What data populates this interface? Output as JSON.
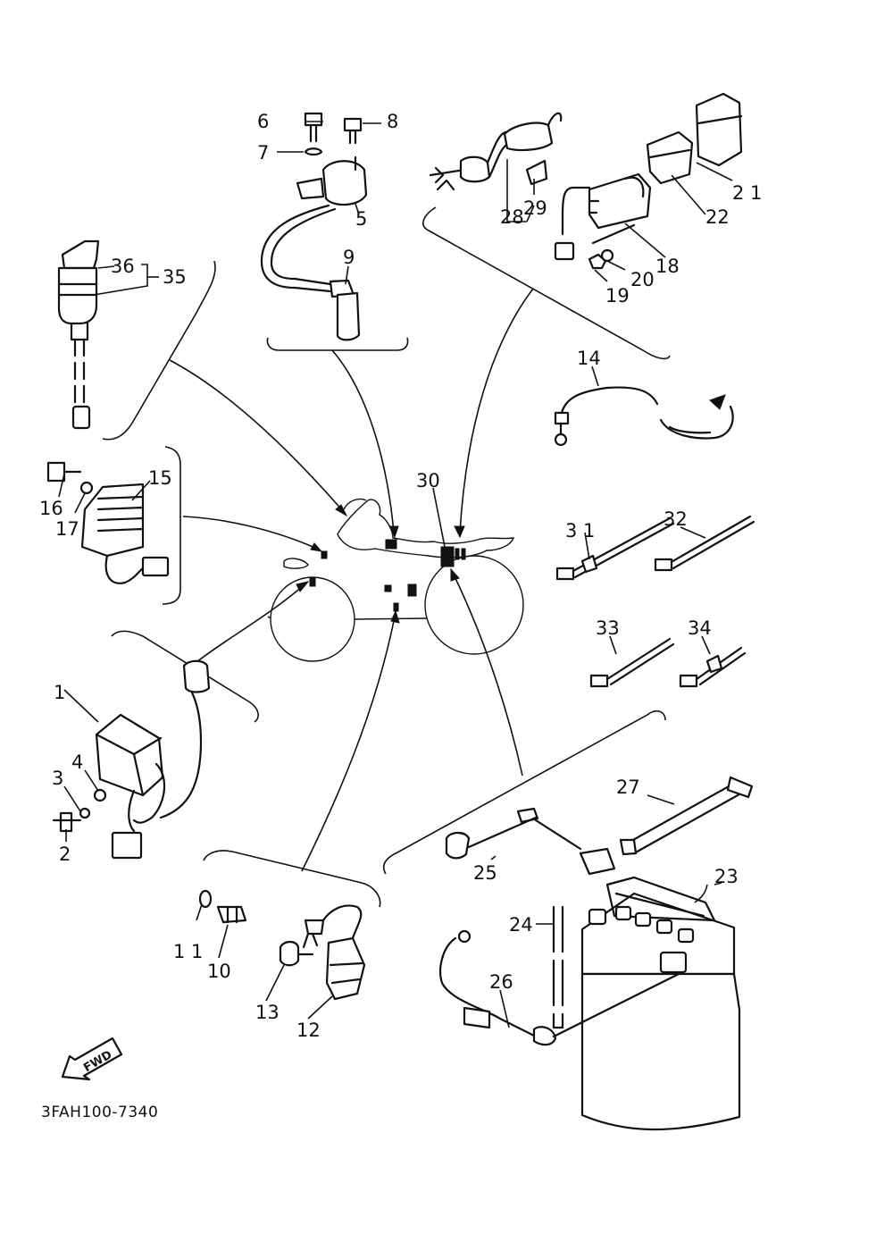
{
  "diagram_code": "3FAH100-7340",
  "fwd_label": "FWD",
  "labels": {
    "p1": "1",
    "p2": "2",
    "p3": "3",
    "p4": "4",
    "p5": "5",
    "p6": "6",
    "p7": "7",
    "p8": "8",
    "p9": "9",
    "p10": "10",
    "p11": "1 1",
    "p12": "12",
    "p13": "13",
    "p14": "14",
    "p15": "15",
    "p16": "16",
    "p17": "17",
    "p18": "18",
    "p19": "19",
    "p20": "20",
    "p21": "2 1",
    "p22": "22",
    "p23": "23",
    "p24": "24",
    "p25": "25",
    "p26": "26",
    "p27": "27",
    "p28": "28",
    "p29": "29",
    "p30": "30",
    "p31": "3 1",
    "p32": "32",
    "p33": "33",
    "p34": "34",
    "p35": "35",
    "p36": "36"
  }
}
